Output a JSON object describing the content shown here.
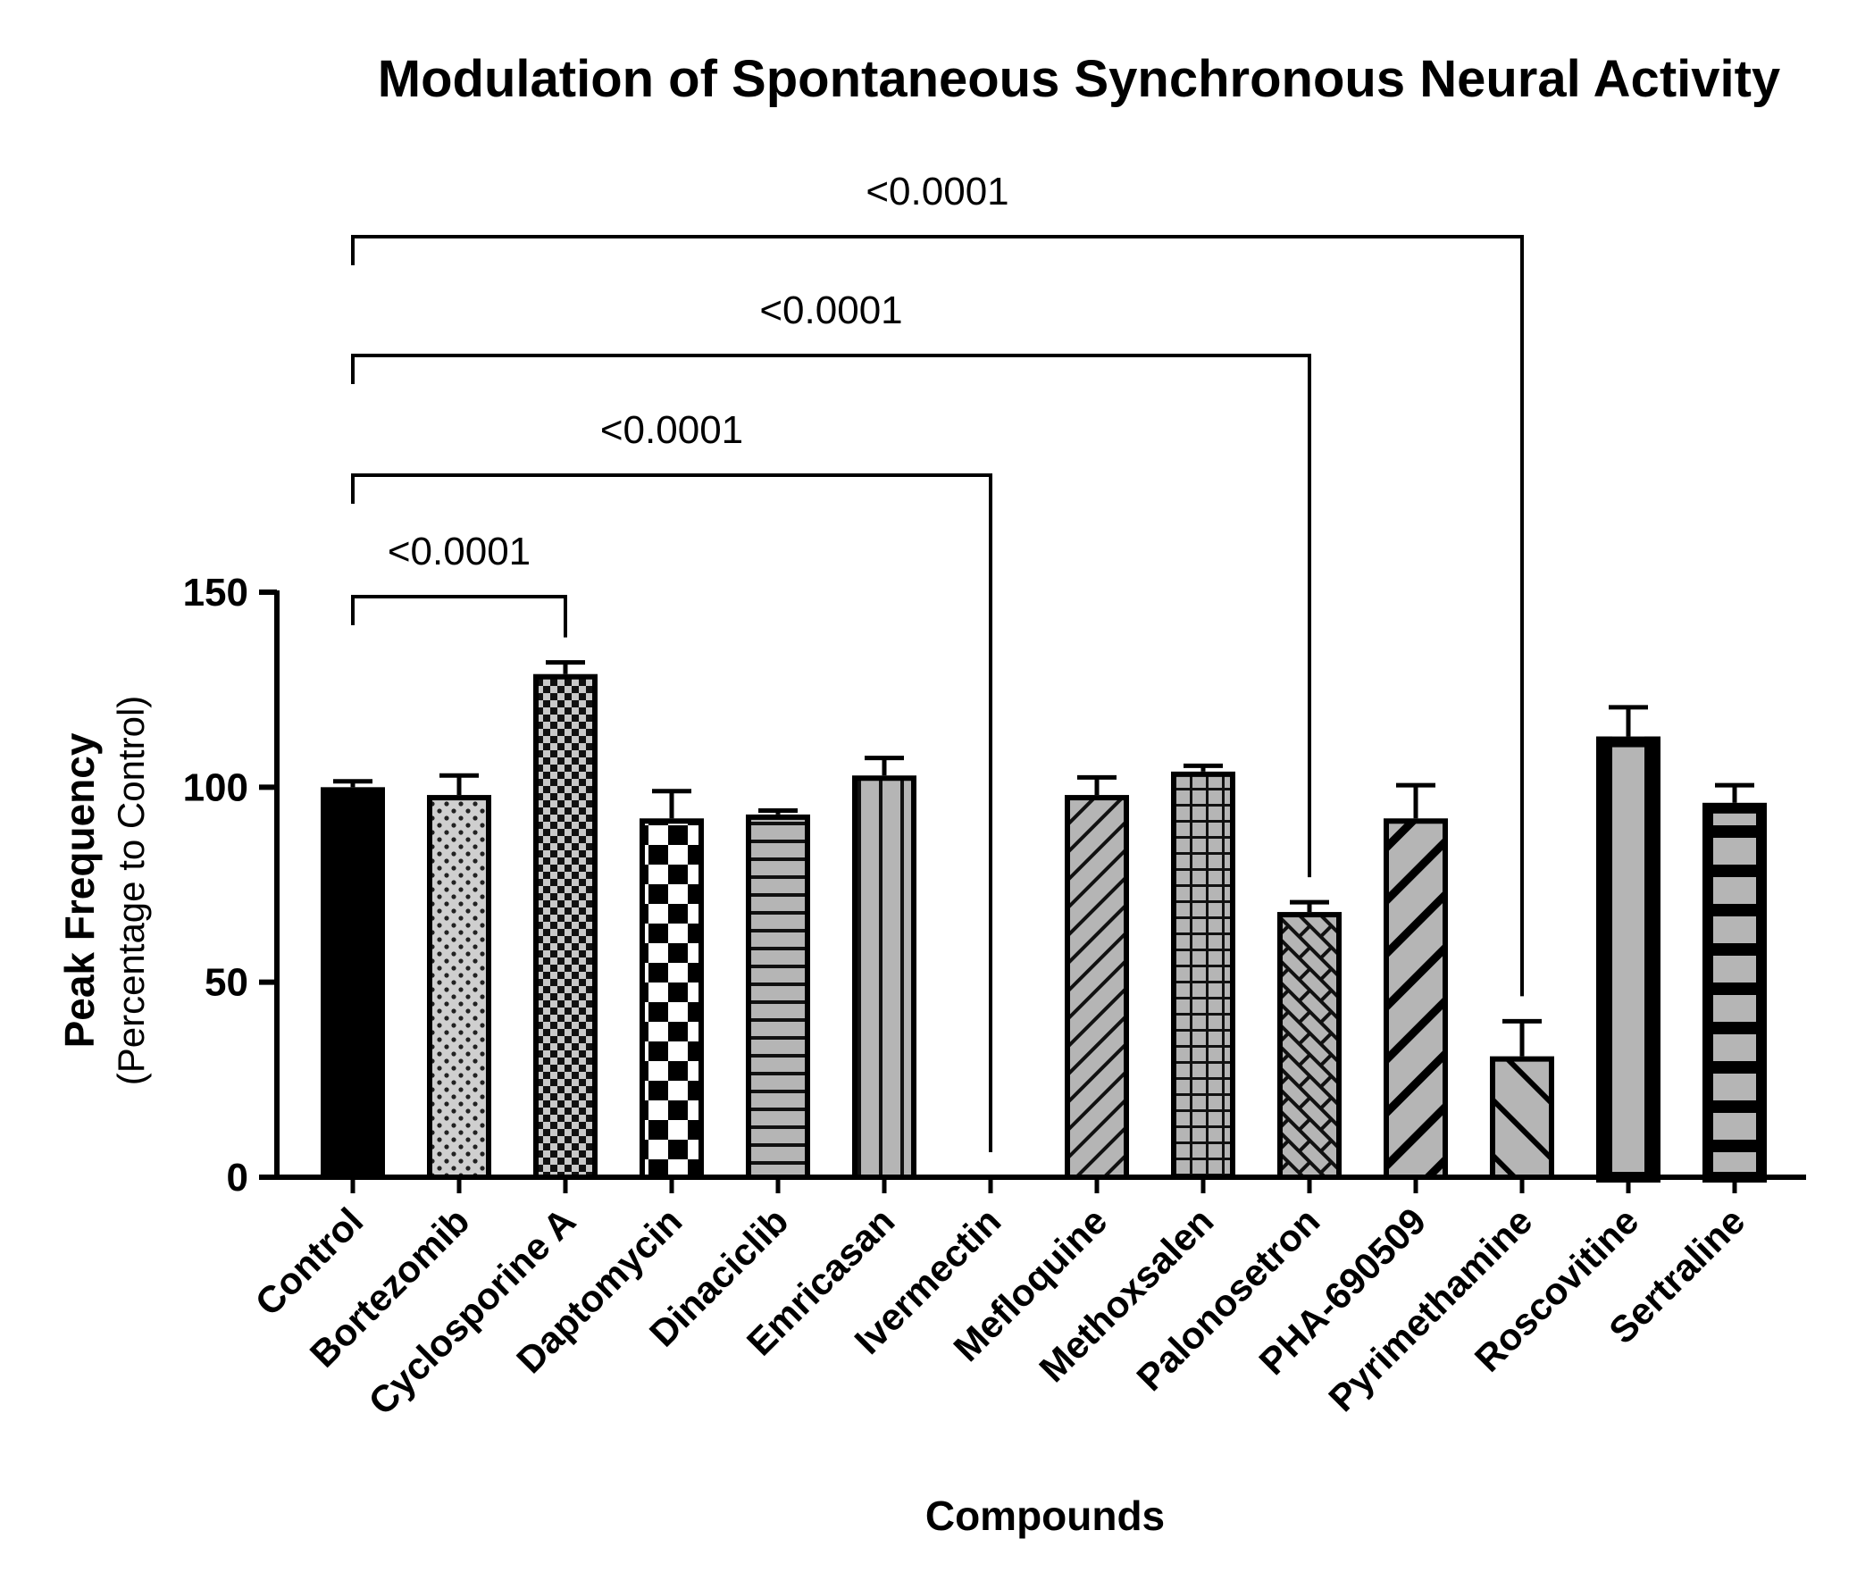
{
  "chart_data": {
    "type": "bar",
    "title": "Modulation of Spontaneous Synchronous Neural Activity",
    "xlabel": "Compounds",
    "ylabel": "Peak Frequency",
    "ylabel_sub": "(Percentage to Control)",
    "ylim": [
      0,
      150
    ],
    "yticks": [
      "0",
      "50",
      "100",
      "150"
    ],
    "grid": false,
    "legend": "none",
    "categories": [
      "Control",
      "Bortezomib",
      "Cyclosporine A",
      "Daptomycin",
      "Dinaciclib",
      "Emricasan",
      "Ivermectin",
      "Mefloquine",
      "Methoxsalen",
      "Palonosetron",
      "PHA-690509",
      "Pyrimethamine",
      "Roscovitine",
      "Sertraline"
    ],
    "values": [
      100,
      98,
      129,
      92,
      93,
      103,
      0,
      98,
      104,
      68,
      92,
      31,
      113,
      96
    ],
    "errors": [
      1.5,
      5,
      3,
      7,
      1,
      4.5,
      0,
      4.5,
      1.5,
      2.5,
      8.5,
      9,
      7.5,
      4.5
    ],
    "patterns": [
      "solid-black",
      "dots",
      "fine-checker",
      "large-checker",
      "horizontal-lines",
      "vertical-lines",
      "none",
      "diagonal-lines",
      "grid",
      "brick",
      "thick-diagonal",
      "wide-diagonal",
      "thick-vertical-border",
      "thick-horizontal-bands"
    ],
    "significance": [
      {
        "from": "Control",
        "to": "Cyclosporine A",
        "label": "<0.0001",
        "level": 1
      },
      {
        "from": "Control",
        "to": "Ivermectin",
        "label": "<0.0001",
        "level": 2
      },
      {
        "from": "Control",
        "to": "Palonosetron",
        "label": "<0.0001",
        "level": 3
      },
      {
        "from": "Control",
        "to": "Pyrimethamine",
        "label": "<0.0001",
        "level": 4
      }
    ]
  }
}
